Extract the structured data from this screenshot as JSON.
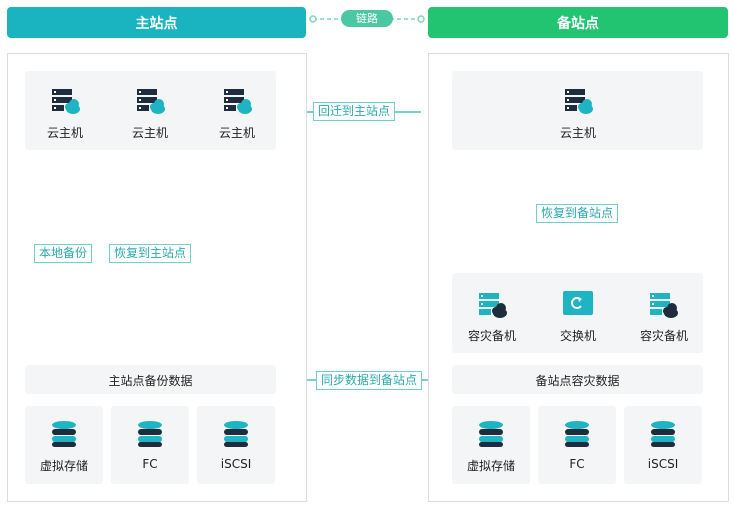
{
  "headers": {
    "primary": "主站点",
    "backup": "备站点",
    "link": "链路"
  },
  "primary": {
    "vms": [
      "云主机",
      "云主机",
      "云主机"
    ],
    "backup_data": "主站点备份数据",
    "storage": [
      "虚拟存储",
      "FC",
      "iSCSI"
    ]
  },
  "backup": {
    "vm": "云主机",
    "dr_items": [
      "容灾备机",
      "交换机",
      "容灾备机"
    ],
    "dr_data": "备站点容灾数据",
    "storage": [
      "虚拟存储",
      "FC",
      "iSCSI"
    ]
  },
  "flows": {
    "return_primary": "回迁到主站点",
    "local_backup": "本地备份",
    "restore_primary": "恢复到主站点",
    "restore_backup": "恢复到备站点",
    "sync_backup": "同步数据到备站点"
  },
  "colors": {
    "primary_header": "#1ab3c0",
    "backup_header": "#22c472",
    "arrow": "#2ab5b5",
    "icon_dark": "#1e2d3d",
    "icon_teal": "#1fb4c2"
  }
}
